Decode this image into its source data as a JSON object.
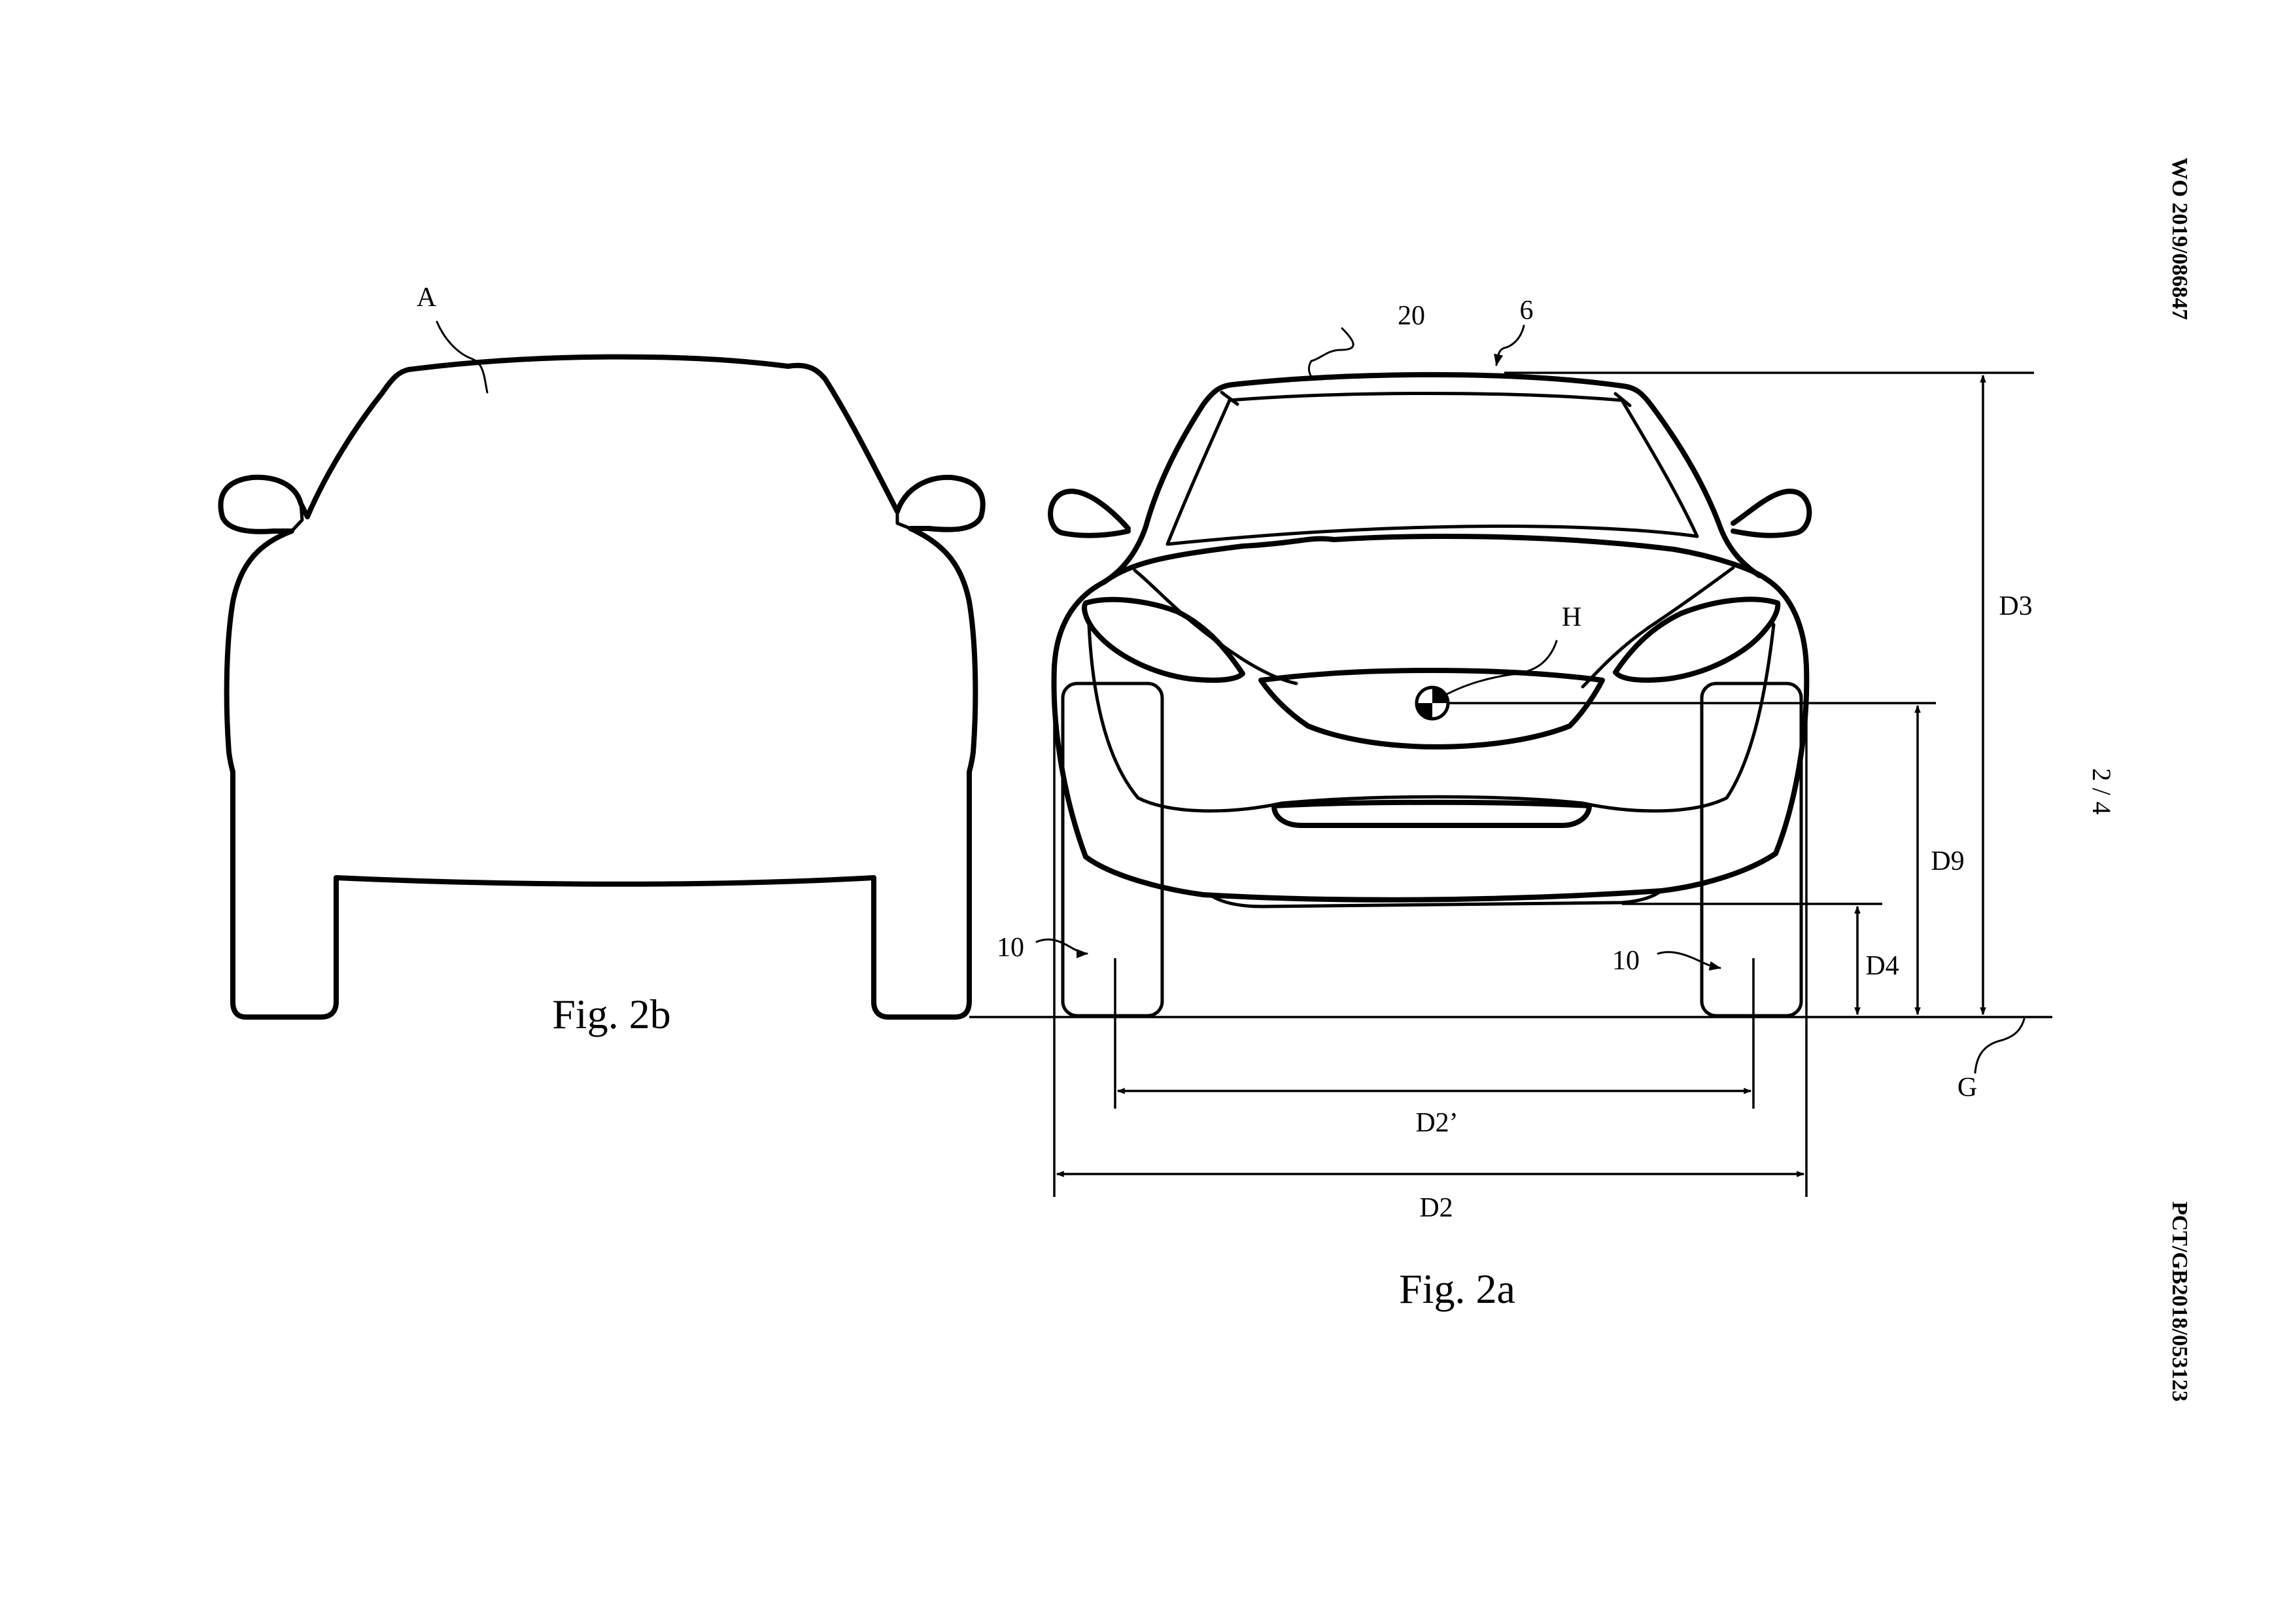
{
  "header": {
    "publication_number": "WO 2019/086847",
    "application_number": "PCT/GB2018/053123",
    "sheet_number": "2 / 4"
  },
  "figures": {
    "fig2b": {
      "caption": "Fig. 2b",
      "labels": {
        "outline": "A"
      }
    },
    "fig2a": {
      "caption": "Fig. 2a",
      "labels": {
        "roof_line": "20",
        "roof": "6",
        "point": "H",
        "height_total": "D3",
        "height_point": "D9",
        "height_clearance": "D4",
        "wheel_left": "10",
        "wheel_right": "10",
        "ground": "G",
        "track_inner": "D2’",
        "track_outer": "D2"
      }
    }
  },
  "colors": {
    "line": "#000000",
    "background": "#ffffff"
  }
}
